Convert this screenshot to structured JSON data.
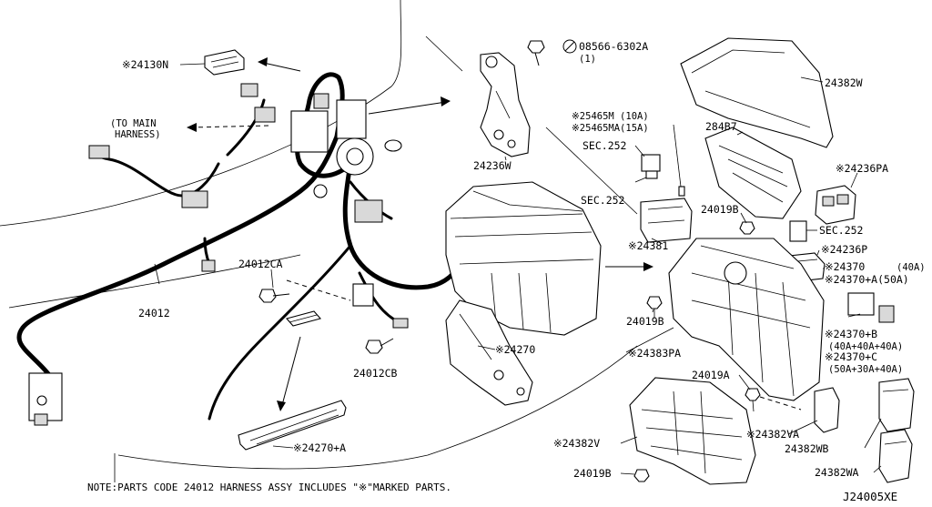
{
  "labels": {
    "p24130N": "※24130N",
    "to_main_1": "(TO MAIN",
    "to_main_2": "HARNESS)",
    "p24012": "24012",
    "p24012CA": "24012CA",
    "p24012CB": "24012CB",
    "p24270": "※24270",
    "p24270A": "※24270+A",
    "p08566": "08566-6302A",
    "p08566_qty": "(1)",
    "p24236W": "24236W",
    "p25465M": "※25465M  (10A)",
    "p25465MA": "※25465MA(15A)",
    "sec252_a": "SEC.252",
    "sec252_b": "SEC.252",
    "sec252_c": "SEC.252",
    "p24381": "※24381",
    "p24382W": "24382W",
    "p284B7": "284B7",
    "p24236PA": "※24236PA",
    "p24019B_a": "24019B",
    "p24019B_b": "24019B",
    "p24019B_c": "24019B",
    "p24236P": "※24236P",
    "p24370": "※24370",
    "p24370_amp": "(40A)",
    "p24370A": "※24370+A(50A)",
    "p24370B": "※24370+B",
    "p24370B_amp": "(40A+40A+40A)",
    "p24370C": "※24370+C",
    "p24370C_amp": "(50A+30A+40A)",
    "p24383PA": "※24383PA",
    "p24019A": "24019A",
    "p24382V": "※24382V",
    "p24382VA": "※24382VA",
    "p24382WB": "24382WB",
    "p24382WA": "24382WA"
  },
  "note": "NOTE:PARTS CODE 24012  HARNESS ASSY INCLUDES \"※\"MARKED PARTS.",
  "diagram_code": "J24005XE"
}
